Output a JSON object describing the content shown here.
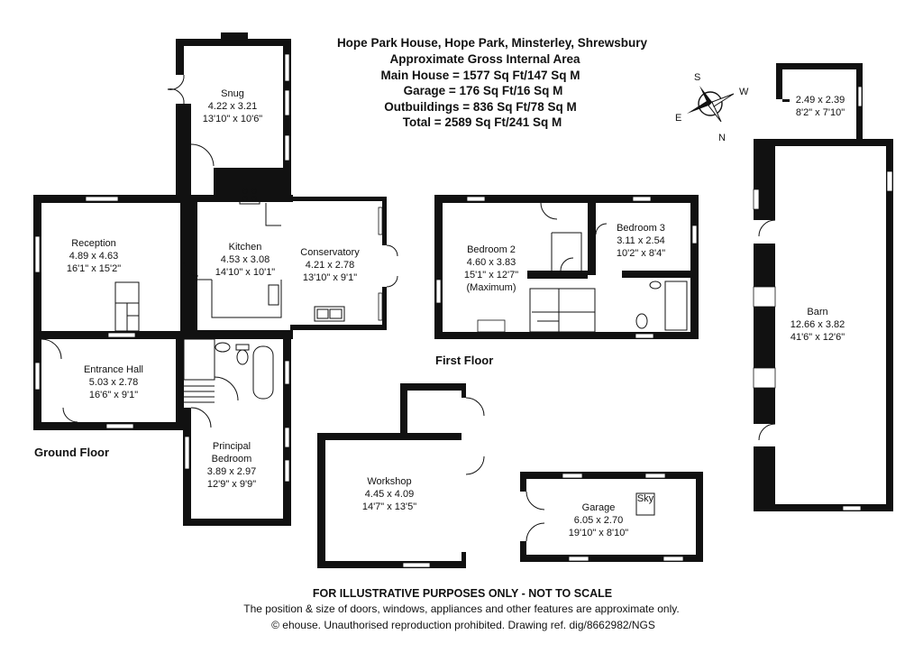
{
  "header": {
    "address": "Hope Park House, Hope Park, Minsterley, Shrewsbury",
    "area_title": "Approximate Gross Internal Area",
    "main_house": "Main House = 1577 Sq Ft/147 Sq M",
    "garage": "Garage = 176 Sq Ft/16 Sq M",
    "outbuildings": "Outbuildings = 836 Sq Ft/78 Sq M",
    "total": "Total = 2589 Sq Ft/241 Sq M"
  },
  "compass": {
    "s": "S",
    "w": "W",
    "e": "E",
    "n": "N"
  },
  "floors": {
    "ground": "Ground Floor",
    "first": "First Floor"
  },
  "rooms": {
    "snug": {
      "name": "Snug",
      "metric": "4.22 x 3.21",
      "imperial": "13'10\" x 10'6\""
    },
    "reception": {
      "name": "Reception",
      "metric": "4.89 x 4.63",
      "imperial": "16'1\" x 15'2\""
    },
    "kitchen": {
      "name": "Kitchen",
      "metric": "4.53 x 3.08",
      "imperial": "14'10\" x 10'1\""
    },
    "conservatory": {
      "name": "Conservatory",
      "metric": "4.21 x 2.78",
      "imperial": "13'10\" x 9'1\""
    },
    "entrance_hall": {
      "name": "Entrance Hall",
      "metric": "5.03 x 2.78",
      "imperial": "16'6\" x 9'1\""
    },
    "principal_bedroom": {
      "name": "Principal",
      "name2": "Bedroom",
      "metric": "3.89 x 2.97",
      "imperial": "12'9\" x 9'9\""
    },
    "bedroom2": {
      "name": "Bedroom 2",
      "metric": "4.60 x 3.83",
      "imperial": "15'1\" x 12'7\"",
      "note": "(Maximum)"
    },
    "bedroom3": {
      "name": "Bedroom 3",
      "metric": "3.11 x 2.54",
      "imperial": "10'2\" x 8'4\""
    },
    "outbuilding_small": {
      "metric": "2.49 x 2.39",
      "imperial": "8'2\" x 7'10\""
    },
    "barn": {
      "name": "Barn",
      "metric": "12.66 x 3.82",
      "imperial": "41'6\" x 12'6\""
    },
    "workshop": {
      "name": "Workshop",
      "metric": "4.45 x 4.09",
      "imperial": "14'7\" x 13'5\""
    },
    "garage": {
      "name": "Garage",
      "metric": "6.05 x 2.70",
      "imperial": "19'10\" x 8'10\"",
      "sky": "Sky"
    }
  },
  "footer": {
    "disclaimer_title": "FOR ILLUSTRATIVE PURPOSES ONLY - NOT TO SCALE",
    "disclaimer": "The position & size of doors, windows, appliances and other features are approximate only.",
    "copyright": "© ehouse. Unauthorised reproduction prohibited. Drawing ref. dig/8662982/NGS"
  }
}
